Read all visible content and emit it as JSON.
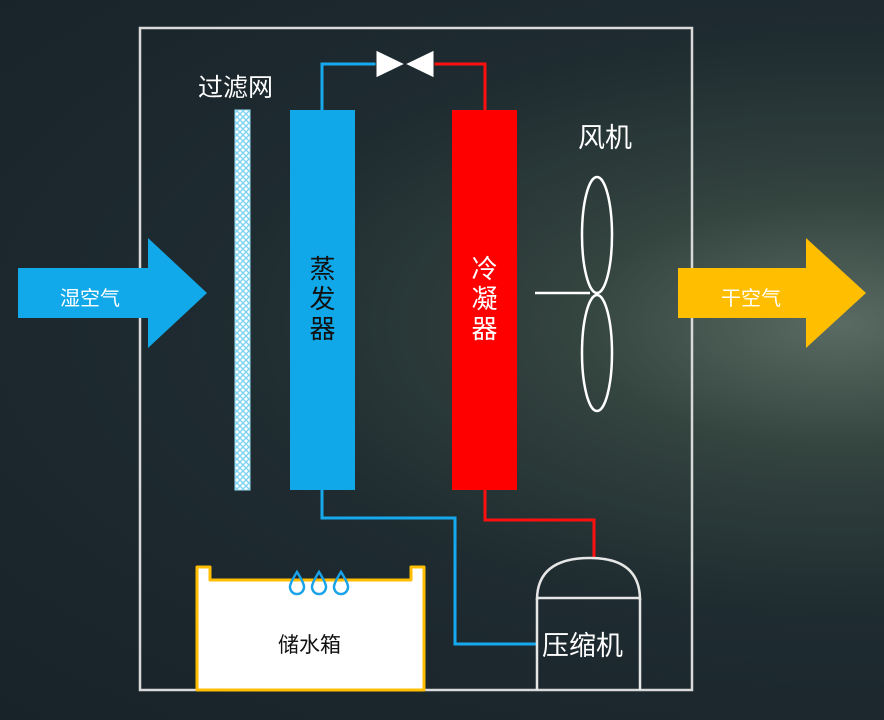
{
  "labels": {
    "filter": "过滤网",
    "fan": "风机",
    "evaporator": "蒸发器",
    "condenser": "冷凝器",
    "compressor": "压缩机",
    "water_tank": "储水箱",
    "wet_air": "湿空气",
    "dry_air": "干空气"
  },
  "colors": {
    "frame": "#d9d9d9",
    "evaporator": "#11a8ea",
    "condenser": "#ff0000",
    "cold_pipe": "#17a9ee",
    "hot_pipe": "#ff1010",
    "wet_air_arrow": "#12a9ea",
    "dry_air_arrow": "#ffbe00",
    "tank_border": "#ffbe00",
    "filter_mesh": "#7fd3f0",
    "water_drop": "#1aa3e8"
  },
  "icons": [
    "expansion-valve-icon",
    "fan-icon",
    "water-drop-icon",
    "filter-mesh-icon"
  ]
}
